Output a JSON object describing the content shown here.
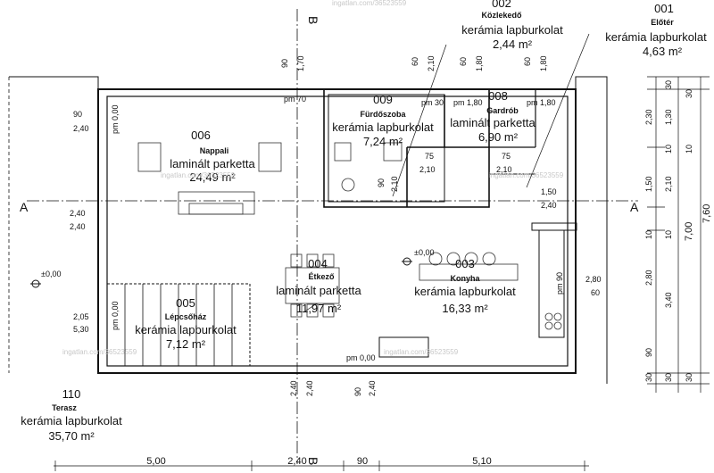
{
  "rooms": [
    {
      "id": "r006",
      "number": "006",
      "name": "Nappali",
      "material": "laminált parketta",
      "area": "24,49 m²"
    },
    {
      "id": "r009",
      "number": "009",
      "name": "Fürdőszoba",
      "material": "kerámia lapburkolat",
      "area": "7,24 m²"
    },
    {
      "id": "r008",
      "number": "008",
      "name": "Gardrób",
      "material": "laminált parketta",
      "area": "6,90 m²"
    },
    {
      "id": "r002",
      "number": "002",
      "name": "Közlekedő",
      "material": "kerámia lapburkolat",
      "area": "2,44 m²"
    },
    {
      "id": "r001",
      "number": "001",
      "name": "Előtér",
      "material": "kerámia lapburkolat",
      "area": "4,63 m²"
    },
    {
      "id": "r004",
      "number": "004",
      "name": "Étkező",
      "material": "laminált parketta",
      "area": "11,97 m²"
    },
    {
      "id": "r003",
      "number": "003",
      "name": "Konyha",
      "material": "kerámia lapburkolat",
      "area": "16,33 m²"
    },
    {
      "id": "r005",
      "number": "005",
      "name": "Lépcsőház",
      "material": "kerámia lapburkolat",
      "area": "7,12 m²"
    },
    {
      "id": "r110",
      "number": "110",
      "name": "Terasz",
      "material": "kerámia lapburkolat",
      "area": "35,70 m²"
    }
  ],
  "section_marks": {
    "a_left": "A",
    "a_right": "A",
    "b_top": "B",
    "b_bottom": "B"
  },
  "levels": {
    "left": "±0,00",
    "center": "±0,00"
  },
  "openings": {
    "left_90": "90",
    "left_240": "2,40",
    "pm": "pm 0,00",
    "left2_240": "2,40",
    "left2_240b": "2,40",
    "left3_205": "2,05",
    "left3_530": "5,30",
    "top_90": "90",
    "top_170": "1,70",
    "pm70": "pm 70",
    "bath_60": "60",
    "bath_210": "2,10",
    "bath_pm30": "pm 30",
    "g_60": "60",
    "g_180": "1,80",
    "g_pm180": "pm 1,80",
    "g2_60": "60",
    "g2_180": "1,80",
    "g2_pm180": "pm 1,80",
    "d1_75": "75",
    "d1_210": "2,10",
    "d2_75": "75",
    "d2_210": "2,10",
    "d3_90": "90",
    "d3_210": "2,10",
    "e_150": "1,50",
    "e_240": "2,40",
    "k_280": "2,80",
    "k_60": "60",
    "k_pm90": "pm 90",
    "b_240": "2,40",
    "b_240b": "2,40",
    "b_90": "90",
    "b_240c": "2,40",
    "b_pm": "pm 0,00"
  },
  "right_dims": [
    "30",
    "1,30",
    "2,30",
    "10",
    "1,50",
    "2,10",
    "10",
    "2,80",
    "3,40",
    "90",
    "30",
    "30",
    "7,00",
    "7,60",
    "30",
    "10",
    "10",
    "30"
  ],
  "bottom_dims": [
    "5,00",
    "2,40",
    "90",
    "5,10"
  ],
  "watermarks": [
    "ingatlan.com/36523559",
    "ingatlan.com/36523559",
    "ingatlan.com/36523559",
    "ingatlan.com/36523559",
    "ingatlan.com/36523559"
  ]
}
